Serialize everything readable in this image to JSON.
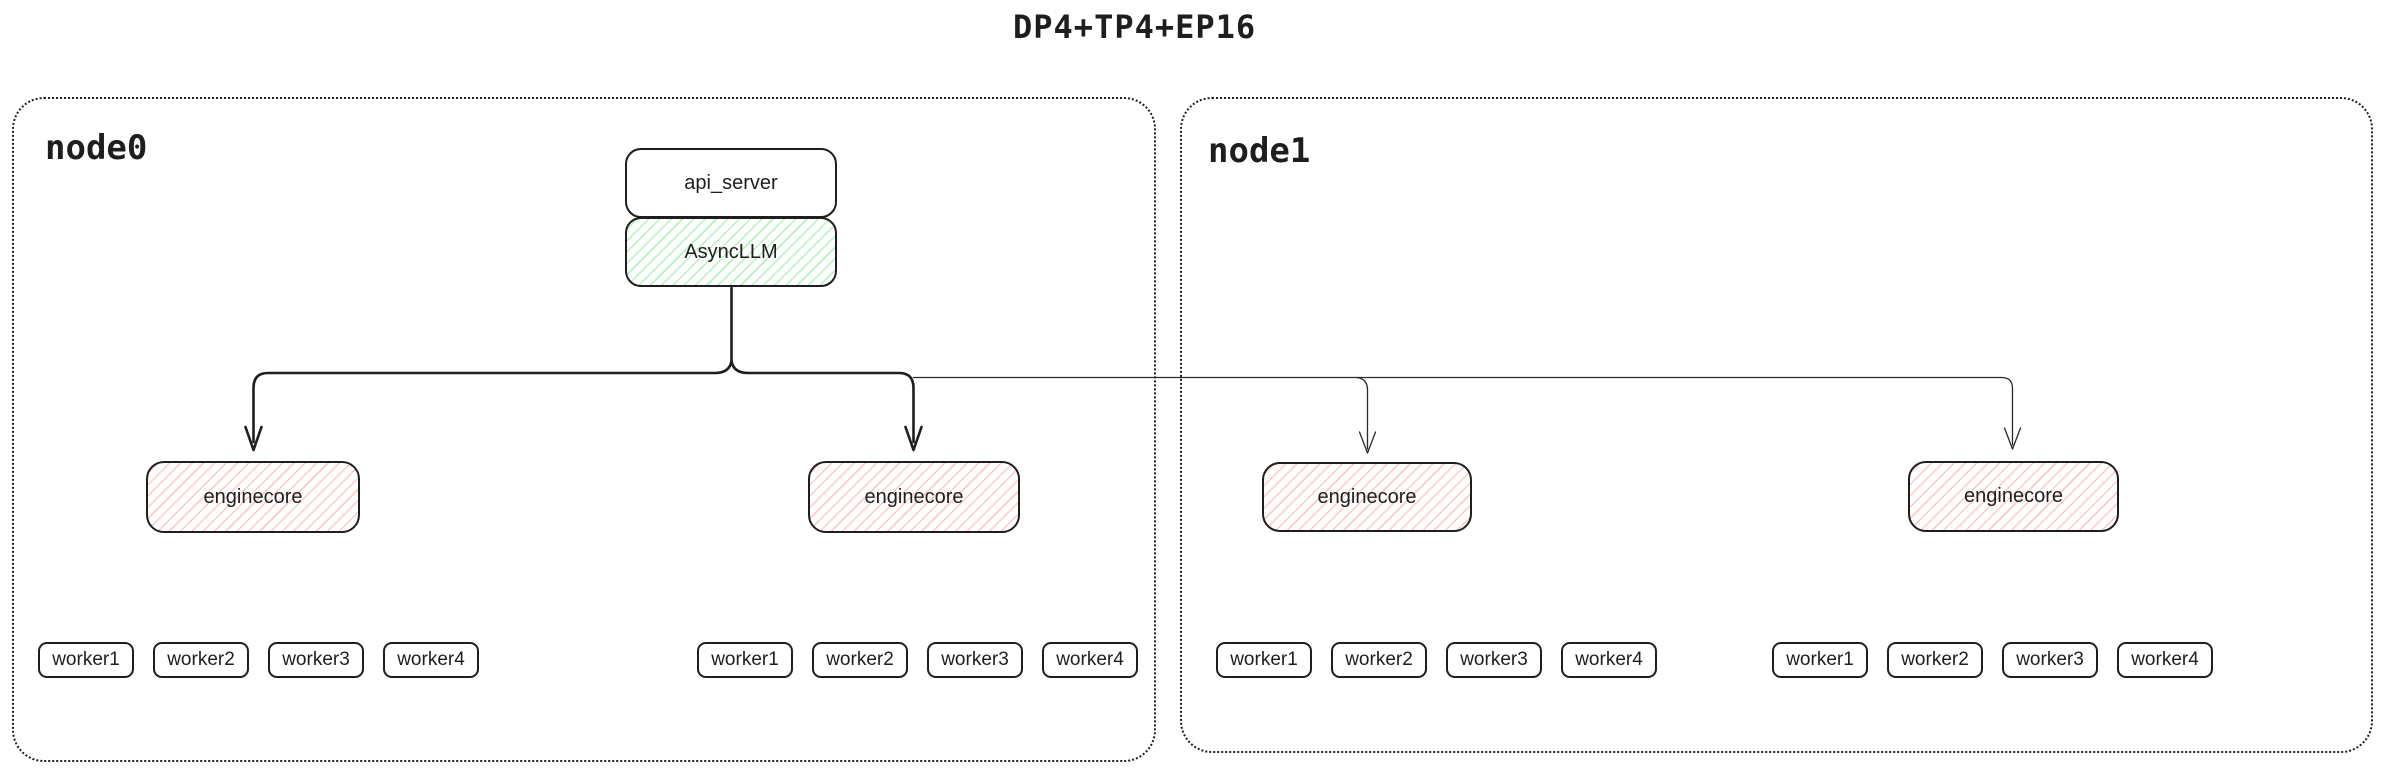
{
  "diagram_title": "DP4+TP4+EP16",
  "colors": {
    "ink": "#1e1e1e",
    "green_hatch": "#b2f2bb",
    "red_hatch": "#ffc9c9"
  },
  "nodes": [
    {
      "label": "node0",
      "stack": {
        "api_server_label": "api_server",
        "async_llm_label": "AsyncLLM"
      },
      "enginecores": [
        {
          "label": "enginecore"
        },
        {
          "label": "enginecore"
        }
      ],
      "worker_groups": [
        [
          "worker1",
          "worker2",
          "worker3",
          "worker4"
        ],
        [
          "worker1",
          "worker2",
          "worker3",
          "worker4"
        ]
      ]
    },
    {
      "label": "node1",
      "enginecores": [
        {
          "label": "enginecore"
        },
        {
          "label": "enginecore"
        }
      ],
      "worker_groups": [
        [
          "worker1",
          "worker2",
          "worker3",
          "worker4"
        ],
        [
          "worker1",
          "worker2",
          "worker3",
          "worker4"
        ]
      ]
    }
  ]
}
